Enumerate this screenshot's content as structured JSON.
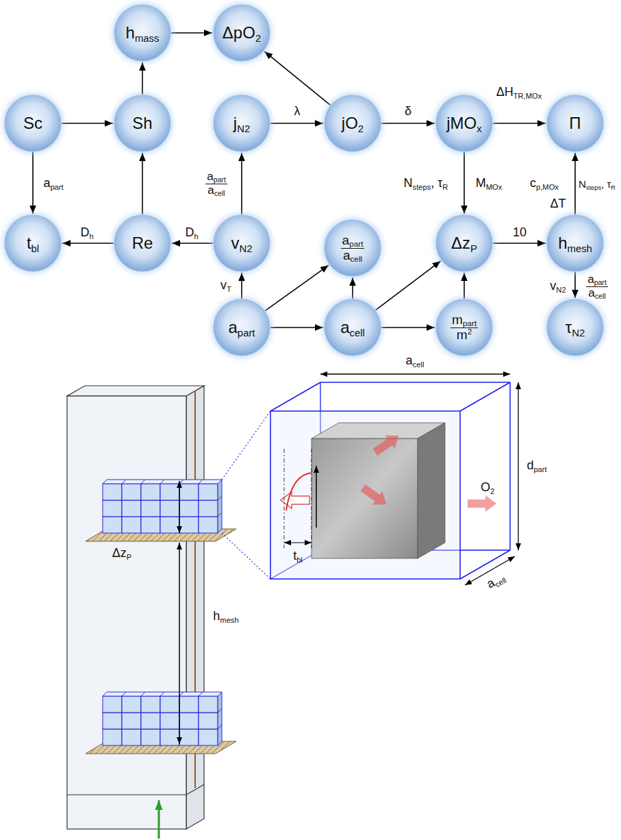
{
  "diagram": {
    "nodes": [
      {
        "text": [
          "hmass"
        ]
      },
      {
        "text": [
          "ΔpO2"
        ]
      },
      {
        "text": [
          "Sc"
        ]
      },
      {
        "text": [
          "Sh"
        ]
      },
      {
        "text": [
          "jN2"
        ]
      },
      {
        "text": [
          "jO2"
        ]
      },
      {
        "text": [
          "jMOx"
        ]
      },
      {
        "text": [
          "Π"
        ]
      },
      {
        "text": [
          "tbl"
        ]
      },
      {
        "text": [
          "Re"
        ]
      },
      {
        "text": [
          "vN2"
        ]
      },
      {
        "text": [
          "apart acell"
        ]
      },
      {
        "text": [
          "ΔzP"
        ]
      },
      {
        "text": [
          "hmesh"
        ]
      },
      {
        "text": [
          "apart"
        ]
      },
      {
        "text": [
          "acell"
        ]
      },
      {
        "text": [
          "mpart m2"
        ]
      },
      {
        "text": [
          "τN2"
        ]
      }
    ],
    "edges": [
      {
        "from": 0,
        "to": 1,
        "arrow": "to"
      },
      {
        "from": 5,
        "to": 1,
        "arrow": "to"
      },
      {
        "from": 2,
        "to": 3,
        "arrow": "to"
      },
      {
        "from": 9,
        "to": 3,
        "arrow": "to"
      },
      {
        "from": 3,
        "to": 0,
        "arrow": "to"
      },
      {
        "from": 2,
        "to": 8,
        "arrow": "to",
        "label": "apart"
      },
      {
        "from": 9,
        "to": 8,
        "arrow": "to",
        "label": "Dh"
      },
      {
        "from": 10,
        "to": 9,
        "arrow": "to",
        "label": "Dh"
      },
      {
        "from": 10,
        "to": 4,
        "arrow": "to",
        "label": "apart acell"
      },
      {
        "from": 4,
        "to": 5,
        "arrow": "to",
        "label": "λ"
      },
      {
        "from": 5,
        "to": 6,
        "arrow": "to",
        "label": "δ"
      },
      {
        "from": 6,
        "to": 7,
        "arrow": "to",
        "label": "ΔHTR,MOx"
      },
      {
        "from": 6,
        "to": 12,
        "arrow": "to",
        "label": "Nsteps, τR"
      },
      {
        "from": 14,
        "to": 10,
        "arrow": "to",
        "label": "vT"
      },
      {
        "from": 14,
        "to": 11,
        "arrow": "to"
      },
      {
        "from": 15,
        "to": 11,
        "arrow": "to"
      },
      {
        "from": 14,
        "to": 15,
        "arrow": "to"
      },
      {
        "from": 15,
        "to": 12,
        "arrow": "to"
      },
      {
        "from": 15,
        "to": 16,
        "arrow": "to"
      },
      {
        "from": 16,
        "to": 12,
        "arrow": "to"
      },
      {
        "from": 12,
        "to": 13,
        "arrow": "to",
        "label": "10"
      },
      {
        "from": 13,
        "to": 7,
        "arrow": "to",
        "label": "ΔT"
      },
      {
        "from": 13,
        "to": 17,
        "arrow": "to",
        "label": "vN2"
      }
    ],
    "labels": [
      "MMOx",
      "cp,MOx",
      "Nsteps, τR",
      "apart acell",
      "acell",
      "acell",
      "O2",
      "tbl",
      "ΔzP",
      "dpart",
      "hmesh"
    ]
  }
}
